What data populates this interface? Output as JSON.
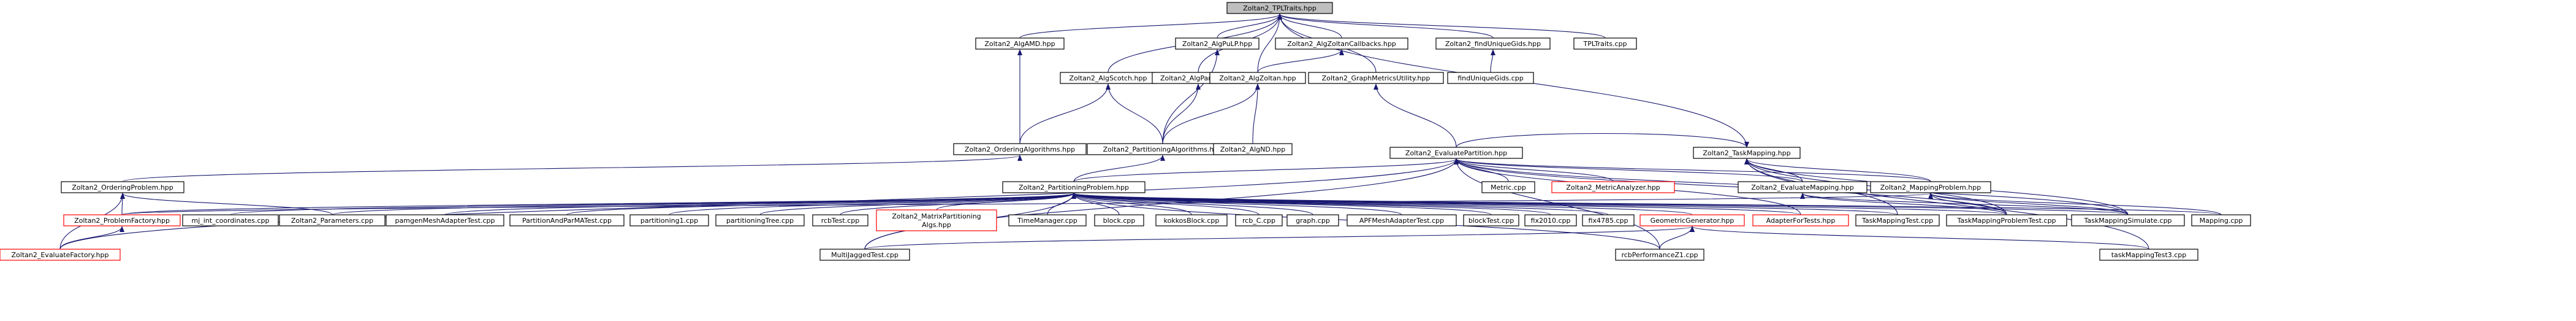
{
  "graph": {
    "colors": {
      "edge": "#191970",
      "node_border_default": "#000000",
      "node_border_undocumented": "#ff0000",
      "root_fill": "#bfbfbf",
      "node_fill": "#ffffff"
    },
    "nodes": [
      {
        "id": "root",
        "label": "Zoltan2_TPLTraits.hpp",
        "style": "root"
      },
      {
        "id": "algamd",
        "label": "Zoltan2_AlgAMD.hpp"
      },
      {
        "id": "algpulp",
        "label": "Zoltan2_AlgPuLP.hpp"
      },
      {
        "id": "algzoltancb",
        "label": "Zoltan2_AlgZoltanCallbacks.hpp"
      },
      {
        "id": "finduniq",
        "label": "Zoltan2_findUniqueGids.hpp"
      },
      {
        "id": "tpltraitscpp",
        "label": "TPLTraits.cpp"
      },
      {
        "id": "algscotch",
        "label": "Zoltan2_AlgScotch.hpp"
      },
      {
        "id": "algparma",
        "label": "Zoltan2_AlgParMA.hpp"
      },
      {
        "id": "algzoltan",
        "label": "Zoltan2_AlgZoltan.hpp"
      },
      {
        "id": "graphmetrics",
        "label": "Zoltan2_GraphMetricsUtility.hpp"
      },
      {
        "id": "finduniqcpp",
        "label": "findUniqueGids.cpp"
      },
      {
        "id": "orderalgs",
        "label": "Zoltan2_OrderingAlgorithms.hpp"
      },
      {
        "id": "partalgs",
        "label": "Zoltan2_PartitioningAlgorithms.hpp"
      },
      {
        "id": "algnd",
        "label": "Zoltan2_AlgND.hpp"
      },
      {
        "id": "evalpart",
        "label": "Zoltan2_EvaluatePartition.hpp"
      },
      {
        "id": "taskmapping",
        "label": "Zoltan2_TaskMapping.hpp"
      },
      {
        "id": "orderprob",
        "label": "Zoltan2_OrderingProblem.hpp"
      },
      {
        "id": "partprob",
        "label": "Zoltan2_PartitioningProblem.hpp"
      },
      {
        "id": "metriccpp",
        "label": "Metric.cpp"
      },
      {
        "id": "metricanalyzer",
        "label": "Zoltan2_MetricAnalyzer.hpp",
        "style": "undocumented"
      },
      {
        "id": "evalmapping",
        "label": "Zoltan2_EvaluateMapping.hpp"
      },
      {
        "id": "mappingprob",
        "label": "Zoltan2_MappingProblem.hpp"
      },
      {
        "id": "probfactory",
        "label": "Zoltan2_ProblemFactory.hpp",
        "style": "undocumented"
      },
      {
        "id": "mjint",
        "label": "mj_int_coordinates.cpp"
      },
      {
        "id": "parameters",
        "label": "Zoltan2_Parameters.cpp"
      },
      {
        "id": "pamgen",
        "label": "pamgenMeshAdapterTest.cpp"
      },
      {
        "id": "partparma",
        "label": "PartitionAndParMATest.cpp"
      },
      {
        "id": "partitioning1",
        "label": "partitioning1.cpp"
      },
      {
        "id": "partitioningtree",
        "label": "partitioningTree.cpp"
      },
      {
        "id": "rcbtest",
        "label": "rcbTest.cpp"
      },
      {
        "id": "matrixpart",
        "label": "Zoltan2_MatrixPartitioning Algs.hpp",
        "style": "undocumented",
        "lines": [
          "Zoltan2_MatrixPartitioning",
          "Algs.hpp"
        ]
      },
      {
        "id": "timemanager",
        "label": "TimeManager.cpp"
      },
      {
        "id": "block",
        "label": "block.cpp"
      },
      {
        "id": "kokkosblock",
        "label": "kokkosBlock.cpp"
      },
      {
        "id": "rcbc",
        "label": "rcb_C.cpp"
      },
      {
        "id": "graph",
        "label": "graph.cpp"
      },
      {
        "id": "apfmesh",
        "label": "APFMeshAdapterTest.cpp"
      },
      {
        "id": "blocktest",
        "label": "blockTest.cpp"
      },
      {
        "id": "fix2010",
        "label": "fix2010.cpp"
      },
      {
        "id": "fix4785",
        "label": "fix4785.cpp"
      },
      {
        "id": "geomgen",
        "label": "GeometricGenerator.hpp",
        "style": "undocumented"
      },
      {
        "id": "adapterfortests",
        "label": "AdapterForTests.hpp",
        "style": "undocumented"
      },
      {
        "id": "taskmappingtest",
        "label": "TaskMappingTest.cpp"
      },
      {
        "id": "taskmappingprobtest",
        "label": "TaskMappingProblemTest.cpp"
      },
      {
        "id": "taskmappingsim",
        "label": "TaskMappingSimulate.cpp"
      },
      {
        "id": "mappingcpp",
        "label": "Mapping.cpp"
      },
      {
        "id": "evalfactory",
        "label": "Zoltan2_EvaluateFactory.hpp",
        "style": "undocumented"
      },
      {
        "id": "multijagged",
        "label": "MultiJaggedTest.cpp"
      },
      {
        "id": "rcbperf",
        "label": "rcbPerformanceZ1.cpp"
      },
      {
        "id": "taskmappingtest3",
        "label": "taskMappingTest3.cpp"
      }
    ],
    "edges": [
      [
        "algamd",
        "root"
      ],
      [
        "algpulp",
        "root"
      ],
      [
        "algzoltancb",
        "root"
      ],
      [
        "finduniq",
        "root"
      ],
      [
        "tpltraitscpp",
        "root"
      ],
      [
        "algscotch",
        "root"
      ],
      [
        "algparma",
        "root"
      ],
      [
        "algzoltan",
        "root"
      ],
      [
        "graphmetrics",
        "root"
      ],
      [
        "taskmapping",
        "root"
      ],
      [
        "orderalgs",
        "algamd"
      ],
      [
        "orderalgs",
        "algscotch"
      ],
      [
        "partalgs",
        "algscotch"
      ],
      [
        "partalgs",
        "algparma"
      ],
      [
        "partalgs",
        "algpulp"
      ],
      [
        "partalgs",
        "algzoltan"
      ],
      [
        "algzoltan",
        "algzoltancb"
      ],
      [
        "algnd",
        "algzoltan"
      ],
      [
        "evalpart",
        "graphmetrics"
      ],
      [
        "finduniqcpp",
        "finduniq"
      ],
      [
        "orderprob",
        "orderalgs"
      ],
      [
        "partprob",
        "partalgs"
      ],
      [
        "evalpart",
        "taskmapping"
      ],
      [
        "partprob",
        "evalpart"
      ],
      [
        "metriccpp",
        "evalpart"
      ],
      [
        "metricanalyzer",
        "evalpart"
      ],
      [
        "evalmapping",
        "evalpart"
      ],
      [
        "mappingprob",
        "evalpart"
      ],
      [
        "evalfactory",
        "evalpart"
      ],
      [
        "taskmappingprobtest",
        "evalpart"
      ],
      [
        "taskmappingsim",
        "evalpart"
      ],
      [
        "adapterfortests",
        "evalpart"
      ],
      [
        "multijagged",
        "evalpart"
      ],
      [
        "rcbperf",
        "evalpart"
      ],
      [
        "probfactory",
        "orderprob"
      ],
      [
        "parameters",
        "orderprob"
      ],
      [
        "evalfactory",
        "orderprob"
      ],
      [
        "probfactory",
        "partprob"
      ],
      [
        "mjint",
        "partprob"
      ],
      [
        "parameters",
        "partprob"
      ],
      [
        "pamgen",
        "partprob"
      ],
      [
        "partparma",
        "partprob"
      ],
      [
        "partitioning1",
        "partprob"
      ],
      [
        "partitioningtree",
        "partprob"
      ],
      [
        "rcbtest",
        "partprob"
      ],
      [
        "matrixpart",
        "partprob"
      ],
      [
        "timemanager",
        "partprob"
      ],
      [
        "block",
        "partprob"
      ],
      [
        "kokkosblock",
        "partprob"
      ],
      [
        "rcbc",
        "partprob"
      ],
      [
        "graph",
        "partprob"
      ],
      [
        "apfmesh",
        "partprob"
      ],
      [
        "blocktest",
        "partprob"
      ],
      [
        "fix2010",
        "partprob"
      ],
      [
        "fix4785",
        "partprob"
      ],
      [
        "geomgen",
        "partprob"
      ],
      [
        "adapterfortests",
        "partprob"
      ],
      [
        "taskmappingtest",
        "partprob"
      ],
      [
        "taskmappingprobtest",
        "partprob"
      ],
      [
        "taskmappingsim",
        "partprob"
      ],
      [
        "mappingcpp",
        "partprob"
      ],
      [
        "multijagged",
        "partprob"
      ],
      [
        "rcbperf",
        "partprob"
      ],
      [
        "evalfactory",
        "probfactory"
      ],
      [
        "multijagged",
        "geomgen"
      ],
      [
        "rcbperf",
        "geomgen"
      ],
      [
        "taskmappingtest3",
        "geomgen"
      ],
      [
        "taskmappingprobtest",
        "evalmapping"
      ],
      [
        "taskmappingsim",
        "evalmapping"
      ],
      [
        "probfactory",
        "mappingprob"
      ],
      [
        "taskmappingprobtest",
        "mappingprob"
      ],
      [
        "taskmappingsim",
        "mappingprob"
      ],
      [
        "mappingcpp",
        "mappingprob"
      ],
      [
        "taskmappingtest",
        "taskmapping"
      ],
      [
        "taskmappingprobtest",
        "taskmapping"
      ],
      [
        "taskmappingsim",
        "taskmapping"
      ],
      [
        "taskmappingtest3",
        "taskmapping"
      ],
      [
        "evalmapping",
        "taskmapping"
      ],
      [
        "mappingprob",
        "taskmapping"
      ]
    ]
  }
}
